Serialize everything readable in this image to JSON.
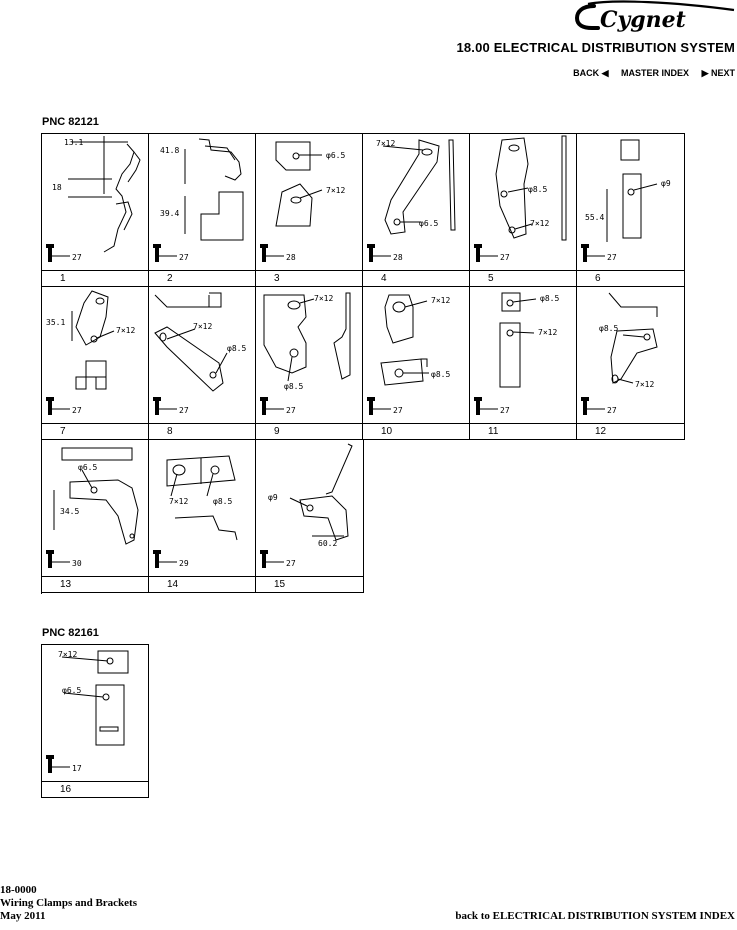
{
  "brand": "Cygnet",
  "header": {
    "title": "18.00 ELECTRICAL DISTRIBUTION SYSTEM"
  },
  "nav": {
    "back": "BACK ◀",
    "master": "MASTER INDEX",
    "next": "▶ NEXT"
  },
  "sections": [
    {
      "pnc": "PNC 82121",
      "parts": [
        {
          "num": "1",
          "qty": "27",
          "dims": [
            "13.1",
            "18"
          ]
        },
        {
          "num": "2",
          "qty": "27",
          "dims": [
            "41.8",
            "39.4"
          ]
        },
        {
          "num": "3",
          "qty": "28",
          "dims": [
            "φ6.5",
            "7×12"
          ]
        },
        {
          "num": "4",
          "qty": "28",
          "dims": [
            "7×12",
            "φ6.5"
          ]
        },
        {
          "num": "5",
          "qty": "27",
          "dims": [
            "φ8.5",
            "7×12"
          ]
        },
        {
          "num": "6",
          "qty": "27",
          "dims": [
            "φ9",
            "55.4"
          ]
        },
        {
          "num": "7",
          "qty": "27",
          "dims": [
            "35.1",
            "7×12"
          ]
        },
        {
          "num": "8",
          "qty": "27",
          "dims": [
            "7×12",
            "φ8.5"
          ]
        },
        {
          "num": "9",
          "qty": "27",
          "dims": [
            "7×12",
            "φ8.5"
          ]
        },
        {
          "num": "10",
          "qty": "27",
          "dims": [
            "7×12",
            "φ8.5"
          ]
        },
        {
          "num": "11",
          "qty": "27",
          "dims": [
            "φ8.5",
            "7×12"
          ]
        },
        {
          "num": "12",
          "qty": "27",
          "dims": [
            "φ8.5",
            "7×12"
          ]
        },
        {
          "num": "13",
          "qty": "30",
          "dims": [
            "φ6.5",
            "34.5"
          ]
        },
        {
          "num": "14",
          "qty": "29",
          "dims": [
            "7×12",
            "φ8.5"
          ]
        },
        {
          "num": "15",
          "qty": "27",
          "dims": [
            "φ9",
            "60.2"
          ]
        }
      ]
    },
    {
      "pnc": "PNC 82161",
      "parts": [
        {
          "num": "16",
          "qty": "17",
          "dims": [
            "7×12",
            "φ6.5"
          ]
        }
      ]
    }
  ],
  "footer": {
    "code": "18-0000",
    "name": "Wiring Clamps and Brackets",
    "date": "May 2011",
    "back_link": "back to ELECTRICAL DISTRIBUTION SYSTEM INDEX"
  }
}
